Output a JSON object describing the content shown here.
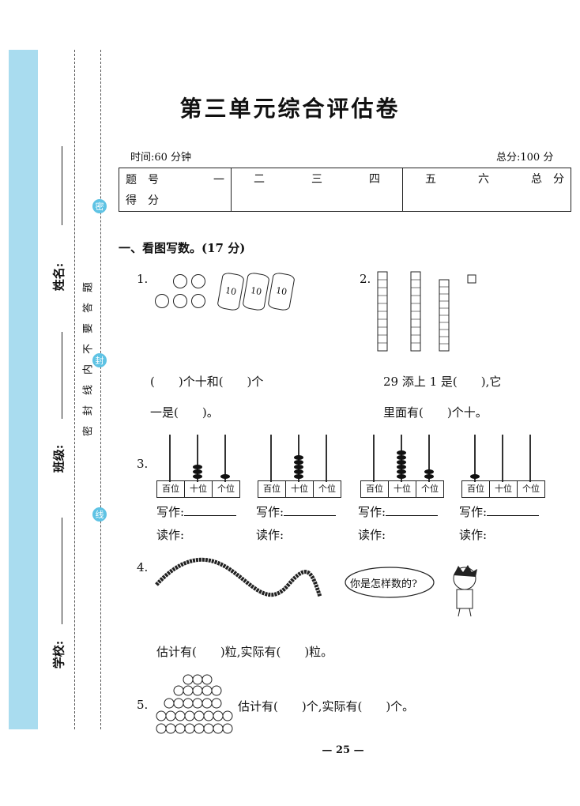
{
  "title": "第三单元综合评估卷",
  "time": "时间:60 分钟",
  "total": "总分:100 分",
  "table": {
    "r1": [
      "题　号",
      "一",
      "二",
      "三",
      "四",
      "五",
      "六",
      "总　分"
    ],
    "r2": [
      "得　分"
    ]
  },
  "side": {
    "school": "学校:",
    "class": "班级:",
    "name": "姓名:",
    "warn": "密　封　线　内　不　要　答　题",
    "seals": [
      "密",
      "封",
      "线"
    ]
  },
  "section1": "一、看图写数。(17 分)",
  "q1": {
    "num": "1.",
    "line1": "(　　)个十和(　　)个",
    "line2": "一是(　　)。",
    "labels": [
      "10",
      "10",
      "10"
    ]
  },
  "q2": {
    "num": "2.",
    "line1": "29 添上 1 是(　　),它",
    "line2": "里面有(　　)个十。"
  },
  "q3": {
    "num": "3.",
    "cols": [
      "百位",
      "十位",
      "个位"
    ],
    "write": "写作:",
    "read": "读作:"
  },
  "q4": {
    "num": "4.",
    "bubble": "你是怎样数的?",
    "text": "估计有(　　)粒,实际有(　　)粒。"
  },
  "q5": {
    "num": "5.",
    "text": "估计有(　　)个,实际有(　　)个。"
  },
  "page": "— 25 —"
}
